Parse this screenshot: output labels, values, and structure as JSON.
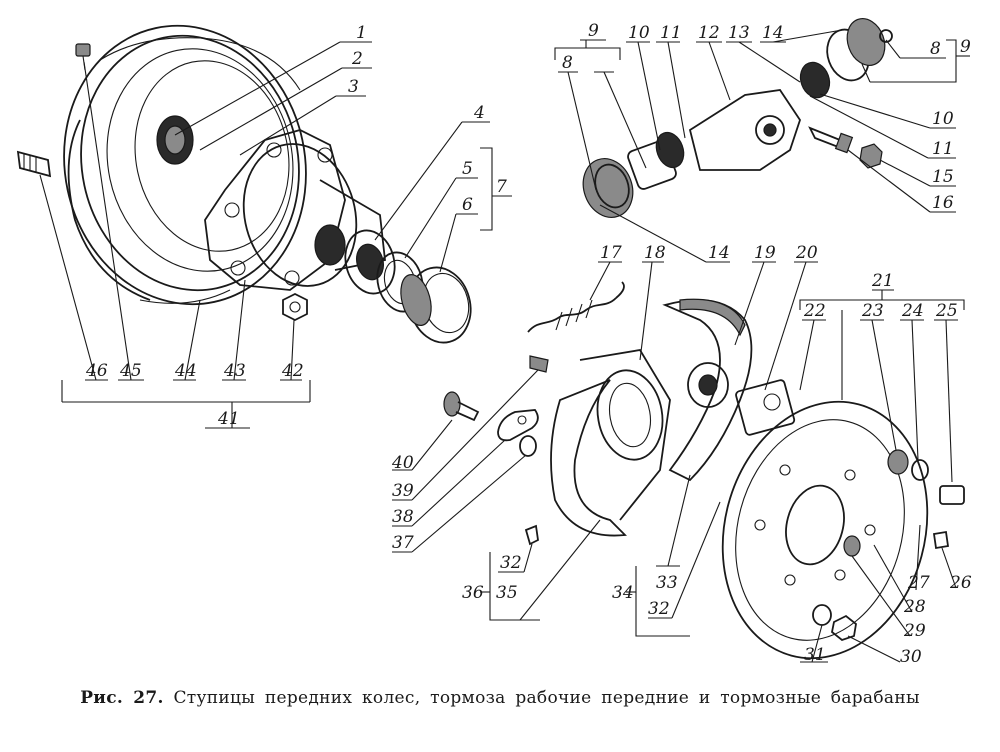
{
  "caption": {
    "figure_number": "Рис. 27.",
    "text": "Ступицы передних колес, тормоза рабочие передние и тормозные барабаны"
  },
  "callouts": [
    "1",
    "2",
    "3",
    "4",
    "5",
    "6",
    "7",
    "8",
    "9",
    "10",
    "11",
    "12",
    "13",
    "14",
    "15",
    "16",
    "17",
    "18",
    "19",
    "20",
    "21",
    "22",
    "23",
    "24",
    "25",
    "26",
    "27",
    "28",
    "29",
    "30",
    "31",
    "32",
    "33",
    "34",
    "35",
    "36",
    "37",
    "38",
    "39",
    "40",
    "41",
    "42",
    "43",
    "44",
    "45",
    "46"
  ]
}
